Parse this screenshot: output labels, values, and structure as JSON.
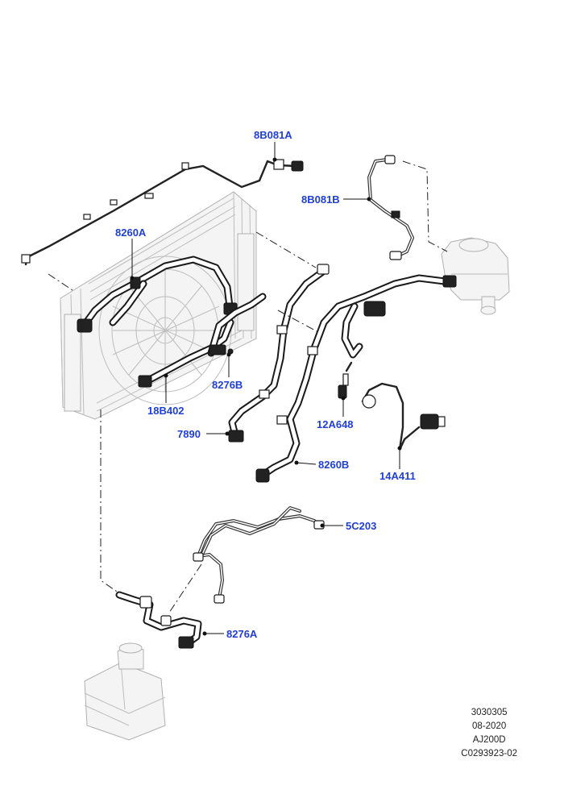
{
  "callouts": {
    "c1": "8B081A",
    "c2": "8B081B",
    "c3": "8260A",
    "c4": "8276B",
    "c5": "18B402",
    "c6": "12A648",
    "c7": "7890",
    "c8": "8260B",
    "c9": "14A411",
    "c10": "5C203",
    "c11": "8276A"
  },
  "reference": {
    "line1": "3030305",
    "line2": "08-2020",
    "line3": "AJ200D",
    "line4": "C0293923-02"
  },
  "colors": {
    "callout_text": "#1f3fd6",
    "linework": "#1a1a1a",
    "background_part": "#bdbdbd"
  }
}
